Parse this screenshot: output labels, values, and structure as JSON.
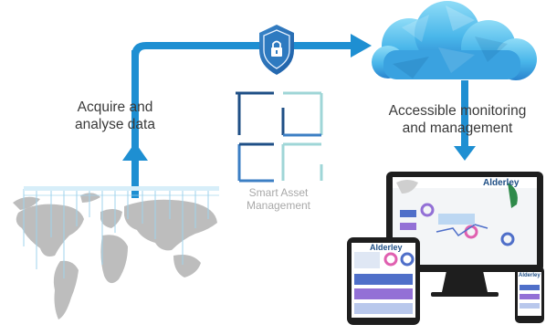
{
  "labels": {
    "left": [
      "Acquire and",
      "analyse data"
    ],
    "right": [
      "Accessible monitoring",
      "and management"
    ],
    "center": [
      "Smart Asset",
      "Management"
    ]
  },
  "brand": "Alderley",
  "icons": [
    "shield-lock-icon",
    "cloud-icon",
    "world-map-icon",
    "smart-asset-management-logo",
    "monitor-icon",
    "tablet-icon",
    "phone-icon"
  ],
  "colors": {
    "arrow": "#1e8fd2",
    "cloud_light": "#7fd6f6",
    "cloud_dark": "#2a8fd3",
    "map": "#b9b9b9",
    "device": "#1e1e1e",
    "logo_dark": "#1f4f86",
    "logo_mid": "#3c7fc4",
    "logo_light": "#9fd6d7"
  }
}
